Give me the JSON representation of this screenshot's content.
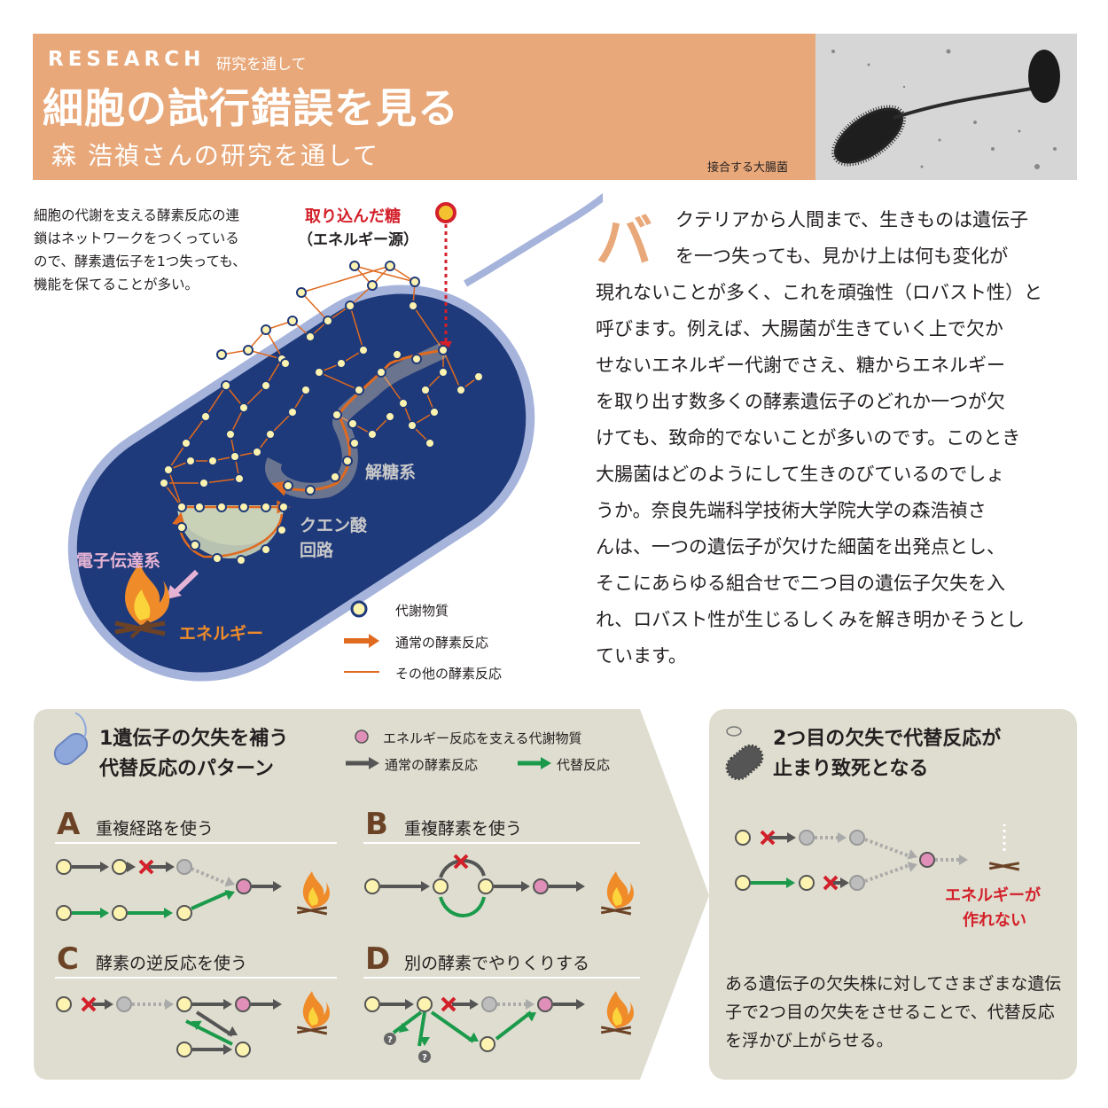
{
  "header": {
    "research_label": "RESEARCH",
    "research_sub": "研究を通して",
    "title": "細胞の試行錯誤を見る",
    "subtitle": "森 浩禎さんの研究を通して",
    "photo_caption": "接合する大腸菌"
  },
  "left_note": "細胞の代謝を支える酵素反応の連鎖はネットワークをつくっているので、酵素遺伝子を1つ失っても、機能を保てることが多い。",
  "diagram": {
    "sugar_label": "取り込んだ糖",
    "sugar_sub": "（エネルギー源）",
    "glycolysis_label": "解糖系",
    "tca_label_1": "クエン酸",
    "tca_label_2": "回路",
    "etc_label": "電子伝達系",
    "energy_label": "エネルギー",
    "legend": {
      "metabolite": "代謝物質",
      "normal_reaction": "通常の酵素反応",
      "other_reaction": "その他の酵素反応"
    }
  },
  "article": {
    "dropcap": "バ",
    "p1": "クテリアから人間まで、生きものは遺伝子\nを一つ失っても、見かけ上は何も変化が",
    "p2": "現れないことが多く、これを頑強性（ロバスト性）と\n呼びます。例えば、大腸菌が生きていく上で欠か\nせないエネルギー代謝でさえ、糖からエネルギー\nを取り出す数多くの酵素遺伝子のどれか一つが欠\nけても、致命的でないことが多いのです。このとき\n大腸菌はどのようにして生きのびているのでしょ\nうか。奈良先端科学技術大学院大学の森浩禎さ\nんは、一つの遺伝子が欠けた細菌を出発点とし、\nそこにあらゆる組合せで二つ目の遺伝子欠失を入\nれ、ロバスト性が生じるしくみを解き明かそうとし\nています。"
  },
  "left_panel": {
    "title_1": "1遺伝子の欠失を補う",
    "title_2": "代替反応のパターン",
    "legend_metabolite": "エネルギー反応を支える代謝物質",
    "legend_normal": "通常の酵素反応",
    "legend_alt": "代替反応",
    "sections": [
      {
        "letter": "A",
        "label": "重複経路を使う"
      },
      {
        "letter": "B",
        "label": "重複酵素を使う"
      },
      {
        "letter": "C",
        "label": "酵素の逆反応を使う"
      },
      {
        "letter": "D",
        "label": "別の酵素でやりくりする"
      }
    ],
    "question_mark": "?"
  },
  "right_panel": {
    "title_1": "2つ目の欠失で代替反応が",
    "title_2": "止まり致死となる",
    "fail_1": "エネルギーが",
    "fail_2": "作れない",
    "note": "ある遺伝子の欠失株に対してさまざまな遺伝子で2つ目の欠失をさせることで、代替反応を浮かび上がらせる。"
  },
  "colors": {
    "header_bg": "#e8a87a",
    "cell_fill": "#1f3a7a",
    "cell_border": "#a6b4dc",
    "normal_arrow": "#e06a1f",
    "alt_arrow": "#1a9a4a",
    "panel_bg": "#deddcf",
    "alert": "#d3202a"
  }
}
